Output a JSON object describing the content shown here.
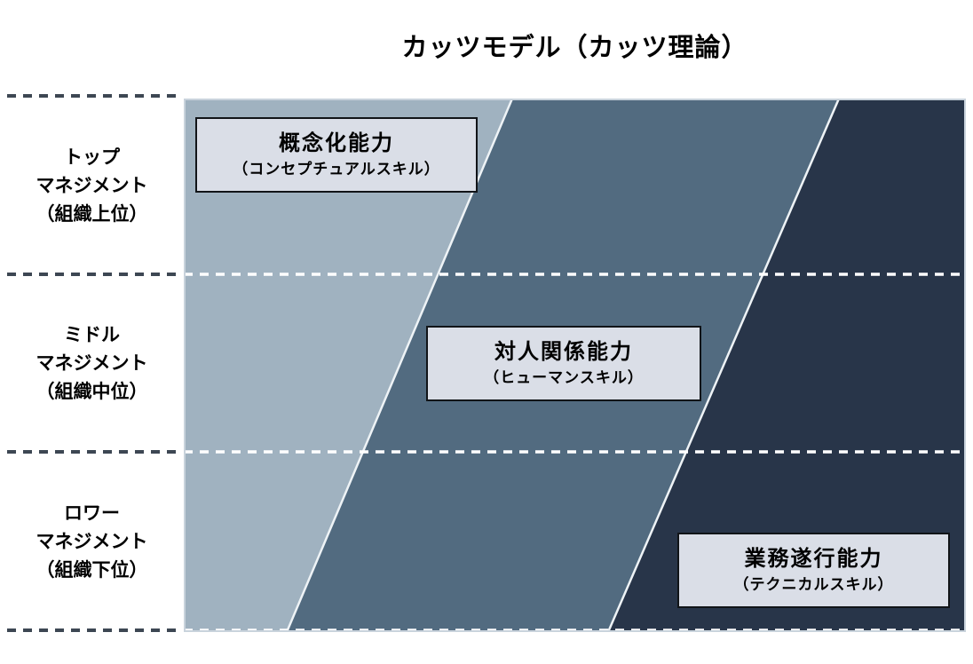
{
  "title": "カッツモデル（カッツ理論）",
  "axis_rows": [
    {
      "line1": "トップ",
      "line2": "マネジメント",
      "line3": "（組織上位）"
    },
    {
      "line1": "ミドル",
      "line2": "マネジメント",
      "line3": "（組織中位）"
    },
    {
      "line1": "ロワー",
      "line2": "マネジメント",
      "line3": "（組織下位）"
    }
  ],
  "skills": [
    {
      "name": "概念化能力",
      "sub": "（コンセプチュアルスキル）"
    },
    {
      "name": "対人関係能力",
      "sub": "（ヒューマンスキル）"
    },
    {
      "name": "業務遂行能力",
      "sub": "（テクニカルスキル）"
    }
  ],
  "colors": {
    "band_conceptual": "#a0b2c0",
    "band_human": "#526b80",
    "band_technical": "#283549",
    "box_fill": "#dadee7",
    "box_border": "#111418",
    "dark_dash": "#3d4753",
    "white_dash": "#ffffff",
    "diagonal_divider": "#eef3f6",
    "chart_edge": "#c9d3dc"
  }
}
